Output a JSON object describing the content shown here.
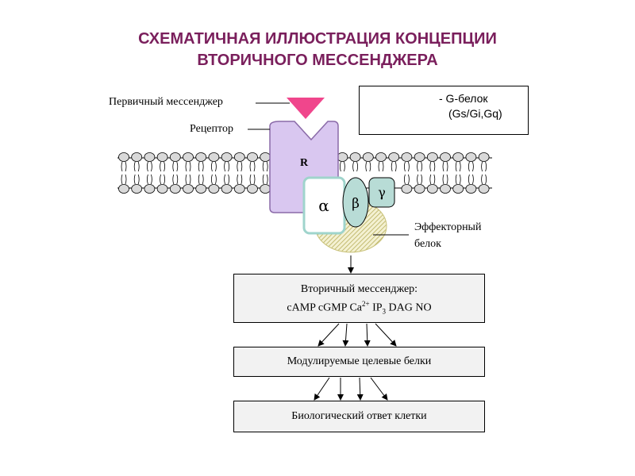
{
  "title": {
    "line1": "СХЕМАТИЧНАЯ ИЛЛЮСТРАЦИЯ КОНЦЕПЦИИ",
    "line2": "ВТОРИЧНОГО МЕССЕНДЖЕРА"
  },
  "labels": {
    "primary_messenger": "Первичный мессенджер",
    "receptor": "Рецептор",
    "effector_line1": "Эффекторный",
    "effector_line2": "белок"
  },
  "receptor_letter": "R",
  "subunits": {
    "alpha": "α",
    "beta": "β",
    "gamma": "γ"
  },
  "legend": {
    "text_line1": "- G-белок",
    "text_line2": "(Gs/Gi,Gq)"
  },
  "boxes": {
    "second_messenger_title": "Вторичный мессенджер:",
    "second_messenger_list_prefix": "cAMP cGMP Ca",
    "ca_superscript": "2+",
    "ip": " IP",
    "ip_subscript": "3",
    "second_messenger_list_suffix": " DAG NO",
    "modulated_proteins": "Модулируемые целевые белки",
    "biological_response": "Биологический ответ клетки"
  },
  "colors": {
    "title": "#7a1f5c",
    "receptor_fill": "#d9c7f0",
    "receptor_stroke": "#8a6aa8",
    "ligand": "#f0468c",
    "subunit_fill": "#b8dcd6",
    "alpha_border": "#9fd4cc",
    "effector_hatch": "#c9c27a",
    "lipid_head": "#d9d9d9"
  }
}
